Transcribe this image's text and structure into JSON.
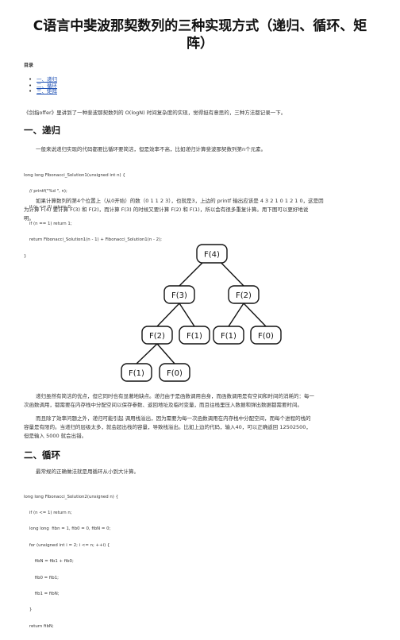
{
  "article": {
    "title_line1": "C语言中斐波那契数列的三种实现方式（递归、循环、矩",
    "title_line2": "阵）",
    "toc_label": "目录",
    "toc": [
      "一、递归",
      "二、循环",
      "三、矩阵"
    ],
    "intro": "《剑指offer》里讲到了一种斐波那契数列的 O(logN) 时间复杂度的实现，觉得挺有意思的，三种方法都记录一下。",
    "section1": {
      "heading": "一、递归",
      "p1": "一般来说递归实现的代码都要比循环要简洁，但是效率不高，比如递归计算斐波那契数列第n个元素。",
      "code": [
        "long long Fibonacci_Solution1(unsigned int n) {",
        "    // printf(\"%d \", n);",
        "    if (n <= 0) return 0;",
        "    if (n == 1) return 1;",
        "    return Fibonacci_Solution1(n - 1) + Fibonacci_Solution1(n - 2);",
        "}"
      ],
      "p2_line1": "如果计算数列的第4个位置上（从0开始）的数（0 1 1 2 3），也就是3，上边的 printf 输出应该是 4 3 2 1 0 1 2 1 0，这是因",
      "p2_line2": "为计算 F(4) 要计算 F(3) 和 F(2)，而计算 F(3) 的时候又要计算 F(2) 和 F(1)，所以会有很多重复计算。用下图可以更好地说",
      "p2_line3": "明。",
      "tree": {
        "n1": "F(4)",
        "n2": "F(3)",
        "n3": "F(2)",
        "n4": "F(2)",
        "n5": "F(1)",
        "n6": "F(1)",
        "n7": "F(0)",
        "n8": "F(1)",
        "n9": "F(0)"
      },
      "p3_line1": "递归虽然有简洁的优点，但它同时也有显著地缺点。递归由于是函数调用自身，而函数调用是有空间和时间的消耗的：每一",
      "p3_line2": "次函数调用，都需要在内存栈中分配空间以保存参数、返回地址及临时变量，而且往栈里压入数据和弹出数据都需要时间。",
      "p4_line1": "而且除了效率问题之外，递归可能引起 调用栈溢出，因为需要为每一次函数调用在内存栈中分配空间，而每个进程的栈的",
      "p4_line2": "容量是有限的。当递归的层级太多，就会超出栈的容量，导致栈溢出。比如上边的代码，输入40，可以正确返回 12502500，",
      "p4_line3": "但是输入 5000 就会出错。"
    },
    "section2": {
      "heading": "二、循环",
      "p1": "最常规的正确做法就是用循环从小到大计算。",
      "code": [
        "long long Fibonacci_Solution2(unsigned n) {",
        "    if (n <= 1) return n;",
        "    long long  fibn = 1, fib0 = 0, fibN = 0;",
        "    for (unsigned int i = 2; i <= n; ++i) {",
        "        fibN = fib1 + fib0;",
        "        fib0 = fib1;",
        "        fib1 = fibN;",
        "    }",
        "    return fibN;"
      ]
    }
  }
}
